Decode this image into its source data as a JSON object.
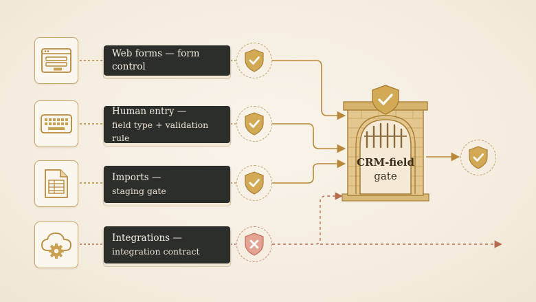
{
  "sources": [
    {
      "title": "Web forms — form control",
      "subtitle": "",
      "icon": "web-form-icon",
      "status": "pass"
    },
    {
      "title": "Human entry —",
      "subtitle": "field type + validation rule",
      "icon": "keyboard-icon",
      "status": "pass"
    },
    {
      "title": "Imports —",
      "subtitle": "staging gate",
      "icon": "spreadsheet-file-icon",
      "status": "pass"
    },
    {
      "title": "Integrations —",
      "subtitle": "integration contract",
      "icon": "cloud-gear-icon",
      "status": "blocked"
    }
  ],
  "gate": {
    "line1": "CRM-field",
    "line2": "gate"
  },
  "output": {
    "status": "pass"
  },
  "colors": {
    "gold": "#c9a050",
    "gold_dark": "#a97e33",
    "blocked": "#d98a76",
    "connector_blocked": "#b66a4e",
    "label_bg": "#2c2e2b"
  }
}
